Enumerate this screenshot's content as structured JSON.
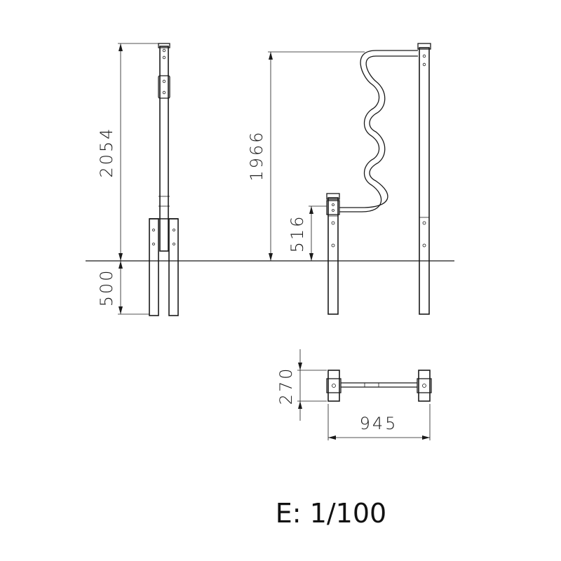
{
  "drawing": {
    "dimensions": {
      "total_height": "2054",
      "foundation_depth": "500",
      "handrail_height": "1966",
      "low_post_height": "516",
      "depth": "270",
      "width": "945"
    },
    "scale_label": "E: 1/100",
    "stroke_color": "#1a1a1a"
  }
}
